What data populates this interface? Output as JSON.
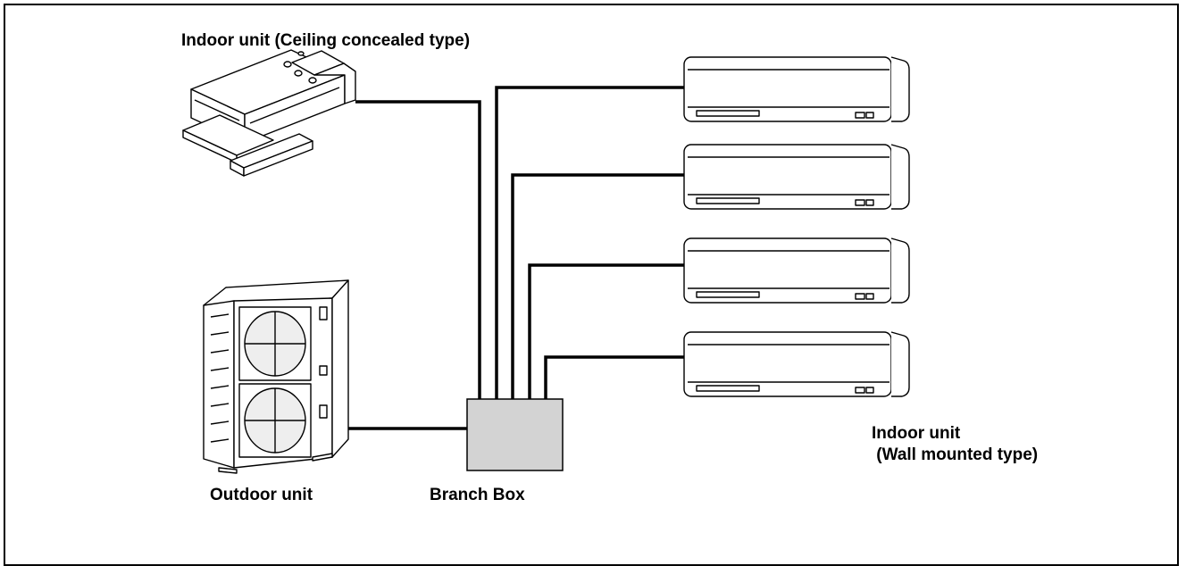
{
  "labels": {
    "ceiling_unit": "Indoor unit (Ceiling concealed type)",
    "outdoor_unit": "Outdoor unit",
    "branch_box": "Branch Box",
    "wall_unit_line1": "Indoor unit",
    "wall_unit_line2": " (Wall mounted type)"
  },
  "colors": {
    "line": "#000000",
    "branch_box_fill": "#d3d3d3",
    "unit_fill": "#ffffff"
  },
  "wall_unit_count": 4
}
